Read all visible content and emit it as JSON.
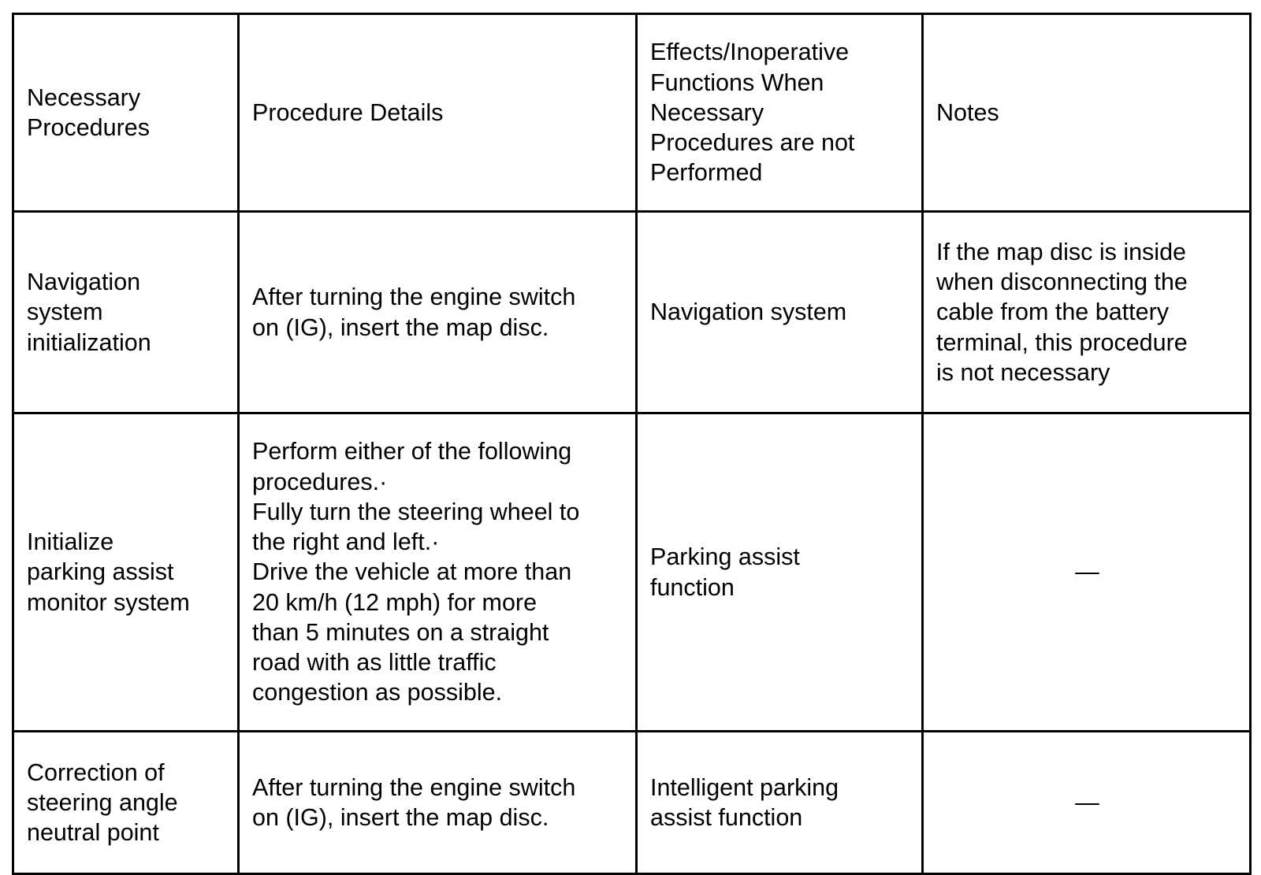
{
  "table": {
    "columns": [
      {
        "key": "necessary_procedures",
        "label": "Necessary\nProcedures"
      },
      {
        "key": "procedure_details",
        "label": "Procedure Details"
      },
      {
        "key": "effects",
        "label": "Effects/Inoperative\nFunctions When\nNecessary\nProcedures are not\nPerformed"
      },
      {
        "key": "notes",
        "label": "Notes"
      }
    ],
    "rows": [
      {
        "necessary_procedures": "Navigation\nsystem\ninitialization",
        "procedure_details": "After turning the engine switch\non (IG), insert the map disc.",
        "effects": "Navigation system",
        "notes": "If the map disc is inside\nwhen disconnecting the\ncable from the battery\nterminal, this procedure\nis not necessary"
      },
      {
        "necessary_procedures": "Initialize\nparking assist\nmonitor system",
        "procedure_details": "Perform either of the following\nprocedures.·\nFully turn the steering wheel to\nthe right and left.·\nDrive the vehicle at more than\n20 km/h (12 mph) for more\nthan 5 minutes on a straight\nroad with as little traffic\ncongestion as possible.",
        "effects": "Parking assist\nfunction",
        "notes": "—"
      },
      {
        "necessary_procedures": "Correction of\nsteering angle\nneutral point",
        "procedure_details": "After turning the engine switch\non (IG), insert the map disc.",
        "effects": "Intelligent parking\nassist function",
        "notes": "—"
      }
    ]
  },
  "colors": {
    "border": "#000000",
    "text": "#000000",
    "background": "#ffffff"
  }
}
